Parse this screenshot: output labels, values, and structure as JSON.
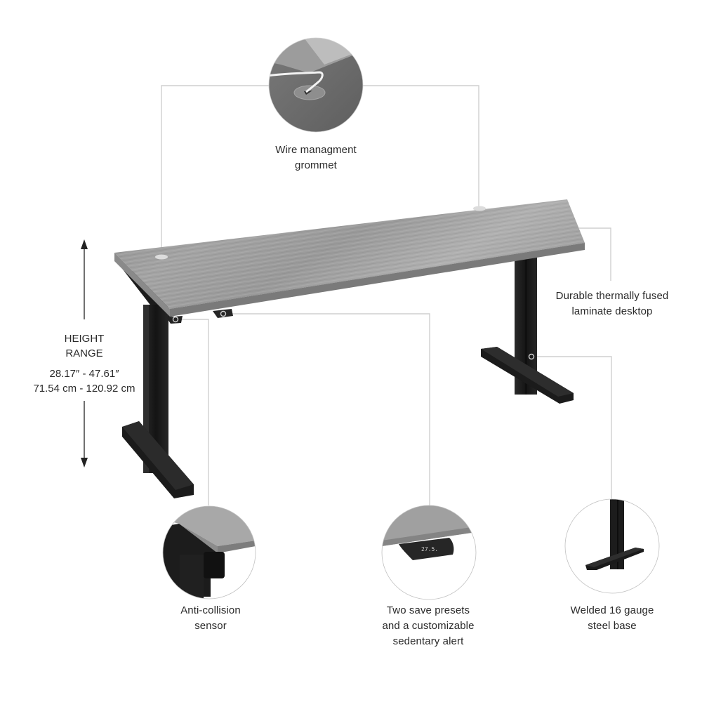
{
  "colors": {
    "background": "#ffffff",
    "desktop_laminate": "#9a9a9a",
    "desktop_edge": "#6f6f6f",
    "steel_base": "#1e1e1e",
    "callout_line": "#cfcfcf",
    "circle_border": "#bdbdbd",
    "text": "#2a2a2a",
    "display_digits": "#c8c8c8"
  },
  "height_range": {
    "title_lines": [
      "HEIGHT",
      "RANGE"
    ],
    "imperial": "28.17″ - 47.61″",
    "metric": "71.54 cm - 120.92 cm",
    "arrow_icon": "double-headed-vertical-arrow"
  },
  "callouts": {
    "grommet": {
      "lines": [
        "Wire managment",
        "grommet"
      ],
      "detail_image": "grommet-closeup"
    },
    "laminate": {
      "lines": [
        "Durable thermally fused",
        "laminate desktop"
      ]
    },
    "sensor": {
      "lines": [
        "Anti-collision",
        "sensor"
      ],
      "detail_image": "sensor-closeup"
    },
    "presets": {
      "lines": [
        "Two save presets",
        "and a customizable",
        "sedentary alert"
      ],
      "detail_image": "keypad-closeup",
      "display_value": "27.5."
    },
    "base": {
      "lines": [
        "Welded 16 gauge",
        "steel base"
      ],
      "detail_image": "base-closeup"
    }
  }
}
